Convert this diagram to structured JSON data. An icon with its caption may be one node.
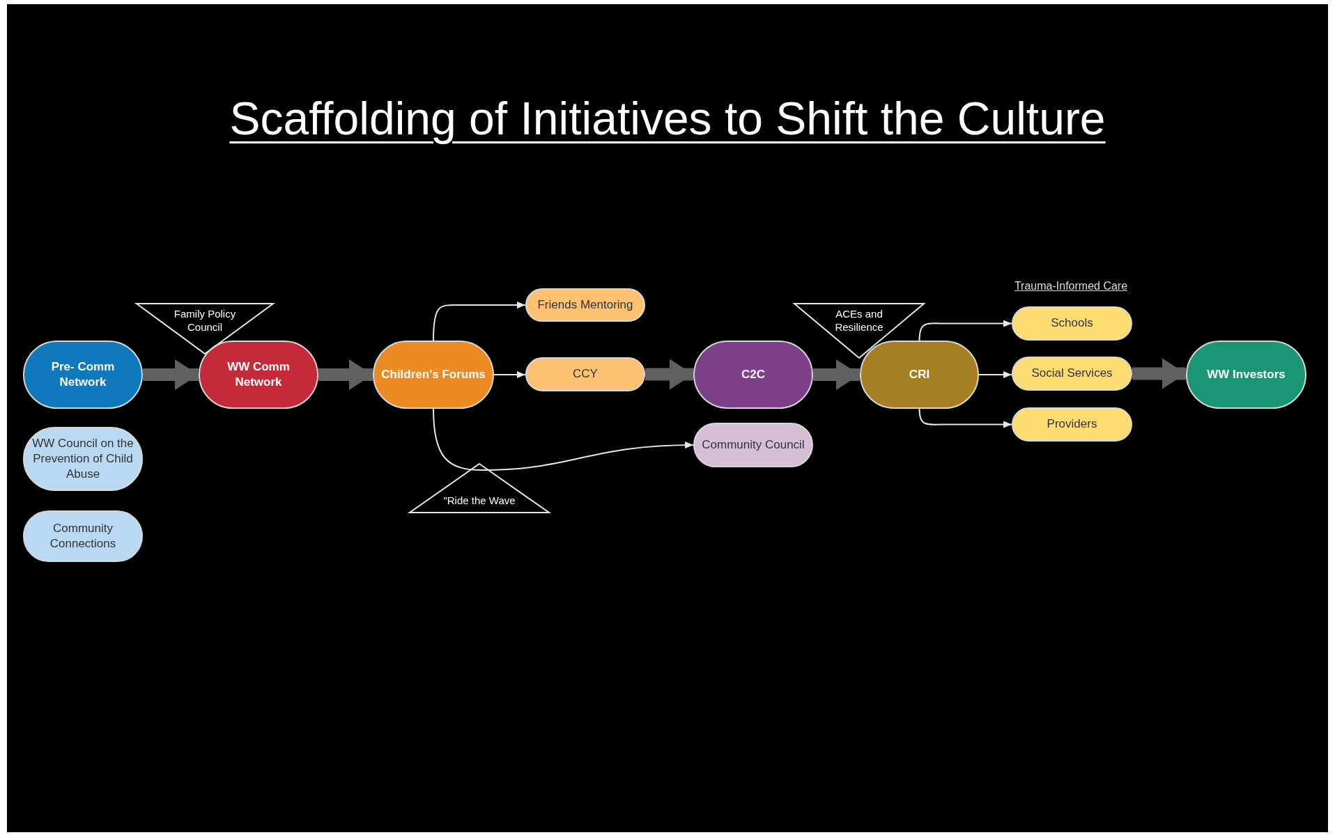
{
  "diagram": {
    "title": "Scaffolding of Initiatives to Shift the Culture",
    "nodes": [
      {
        "text": [
          "Pre- Comm Network"
        ]
      },
      {
        "text": [
          "Family Policy Council"
        ]
      },
      {
        "text": [
          "WW Comm Network"
        ]
      },
      {
        "text": [
          "WW Council on the Prevention of Child Abuse"
        ]
      },
      {
        "text": [
          "Community Connections"
        ]
      },
      {
        "text": [
          "Friends Mentoring"
        ]
      },
      {
        "text": [
          "Children's Forums"
        ]
      },
      {
        "text": [
          "CCY"
        ]
      },
      {
        "text": [
          "\"Ride the Wave"
        ]
      },
      {
        "text": [
          "C2C"
        ]
      },
      {
        "text": [
          "Community Council"
        ]
      },
      {
        "text": [
          "ACEs and Resilience"
        ]
      },
      {
        "text": [
          "CRI"
        ]
      },
      {
        "text": [
          "Schools"
        ]
      },
      {
        "text": [
          "Social Services"
        ]
      },
      {
        "text": [
          "Providers"
        ]
      },
      {
        "text": [
          "WW Investors"
        ]
      }
    ],
    "edges": [
      {
        "from": 0,
        "to": 2,
        "arrow": "to",
        "style": "thick",
        "color": "#606060"
      },
      {
        "from": 2,
        "to": 6,
        "arrow": "to",
        "style": "thick",
        "color": "#606060"
      },
      {
        "from": 6,
        "to": 5,
        "arrow": "to"
      },
      {
        "from": 6,
        "to": 7,
        "arrow": "to"
      },
      {
        "from": 6,
        "to": 10,
        "arrow": "to"
      },
      {
        "from": 7,
        "to": 9,
        "arrow": "to",
        "style": "thick",
        "color": "#606060"
      },
      {
        "from": 9,
        "to": 12,
        "arrow": "to",
        "style": "thick",
        "color": "#606060"
      },
      {
        "from": 12,
        "to": 13,
        "arrow": "to"
      },
      {
        "from": 12,
        "to": 14,
        "arrow": "to"
      },
      {
        "from": 12,
        "to": 15,
        "arrow": "to"
      },
      {
        "from": 14,
        "to": 16,
        "arrow": "to",
        "style": "thick",
        "color": "#606060"
      }
    ],
    "labels": [
      "Trauma-Informed Care"
    ]
  }
}
